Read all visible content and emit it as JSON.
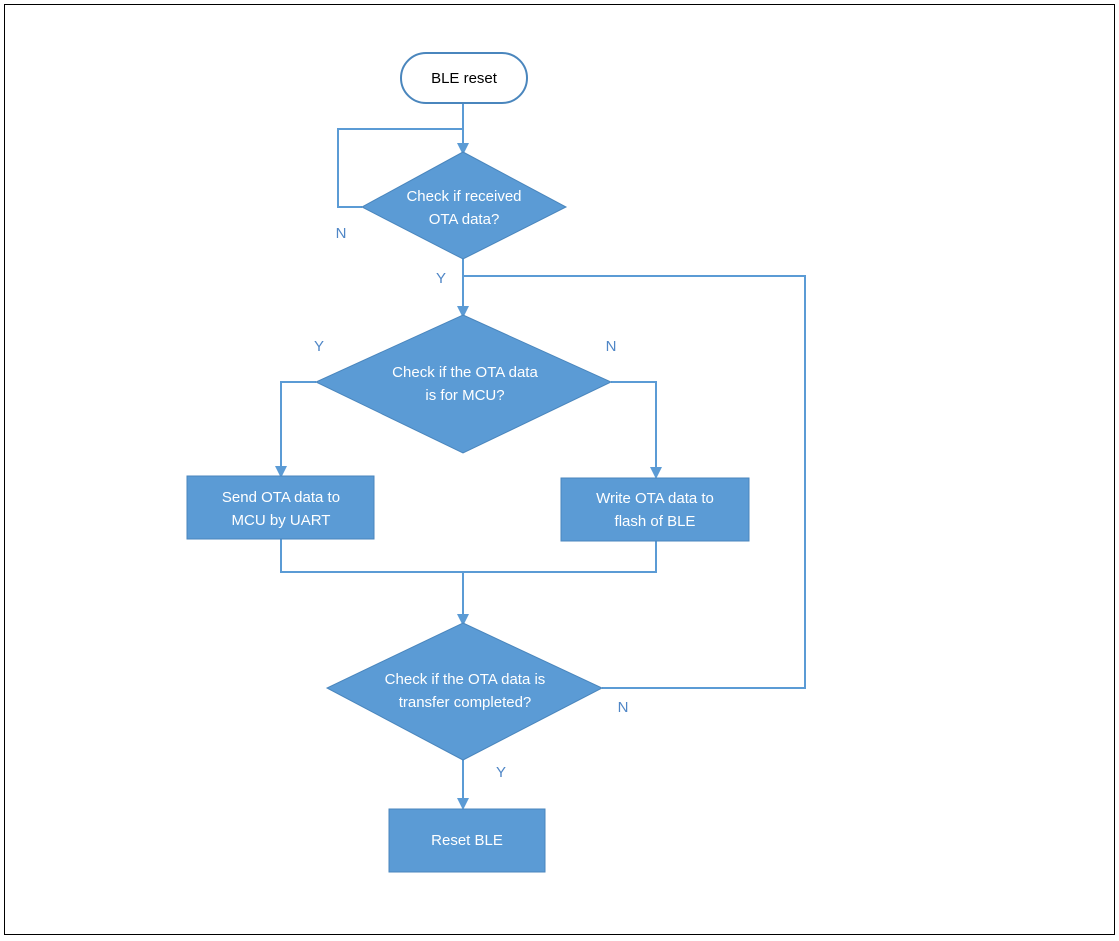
{
  "diagram": {
    "colors": {
      "node_fill": "#5b9bd5",
      "node_stroke": "#4a86bd",
      "line": "#5b9bd5",
      "label": "#4f86c6",
      "start_fill": "#ffffff",
      "start_stroke": "#4a86bd"
    },
    "start": {
      "text": "BLE reset"
    },
    "decision_received": {
      "line1": "Check if received",
      "line2": "OTA data?"
    },
    "decision_for_mcu": {
      "line1": "Check if the OTA data",
      "line2": "is for MCU?"
    },
    "process_send_mcu": {
      "line1": "Send OTA data to",
      "line2": "MCU by UART"
    },
    "process_write_flash": {
      "line1": "Write OTA data to",
      "line2": "flash of BLE"
    },
    "decision_completed": {
      "line1": "Check if the OTA data is",
      "line2": "transfer completed?"
    },
    "process_reset": {
      "text": "Reset BLE"
    },
    "labels": {
      "received_no": "N",
      "received_yes": "Y",
      "for_mcu_yes": "Y",
      "for_mcu_no": "N",
      "completed_no": "N",
      "completed_yes": "Y"
    }
  }
}
